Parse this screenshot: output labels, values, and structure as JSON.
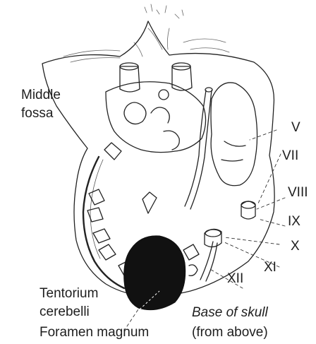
{
  "labels": {
    "middle_fossa_line1": "Middle",
    "middle_fossa_line2": "fossa",
    "nerve_v": "V",
    "nerve_vii": "VII",
    "nerve_viii": "VIII",
    "nerve_ix": "IX",
    "nerve_x": "X",
    "nerve_xi": "XI",
    "nerve_xii": "XII",
    "tentorium_line1": "Tentorium",
    "tentorium_line2": "cerebelli",
    "foramen_magnum": "Foramen magnum",
    "caption_line1": "Base of skull",
    "caption_line2": "(from above)"
  },
  "colors": {
    "ink": "#1e1e1e",
    "paper": "#ffffff",
    "foramen_fill": "#111111"
  }
}
